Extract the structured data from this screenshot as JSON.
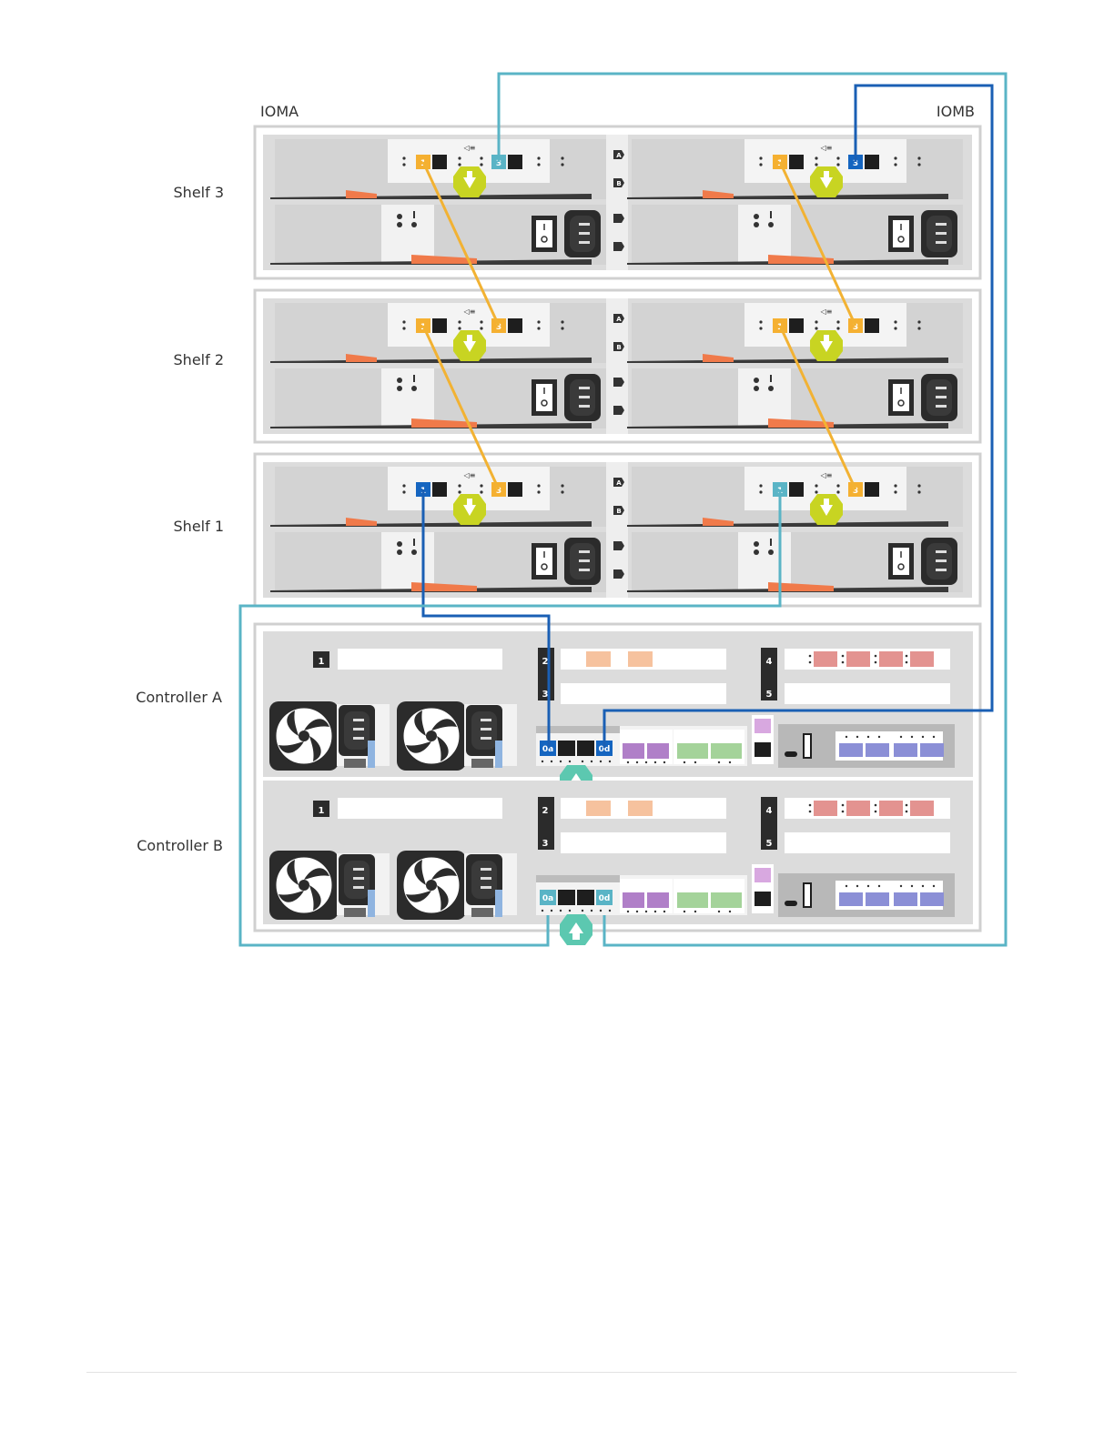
{
  "labels": {
    "ioma": "IOMA",
    "iomb": "IOMB",
    "shelf3": "Shelf 3",
    "shelf2": "Shelf 2",
    "shelf1": "Shelf 1",
    "controller_a": "Controller A",
    "controller_b": "Controller B"
  },
  "iom_port_labels": {
    "port1": "1",
    "port3": "3"
  },
  "shelf_side_labels": [
    "A",
    "B"
  ],
  "controller": {
    "slot_labels": [
      "1",
      "2",
      "3",
      "4",
      "5"
    ],
    "port_0a": "0a",
    "port_0d": "0d"
  },
  "colors": {
    "cable_light": "#5ab4c6",
    "cable_dark": "#1a5fb4",
    "cable_orange": "#f2b233",
    "port_orange": "#f5b031",
    "port_light": "#5ab4c6",
    "port_dark": "#1565c0",
    "led_yellow": "#c8d422",
    "led_teal": "#5cc8b0",
    "handle_orange": "#f07a4a"
  }
}
